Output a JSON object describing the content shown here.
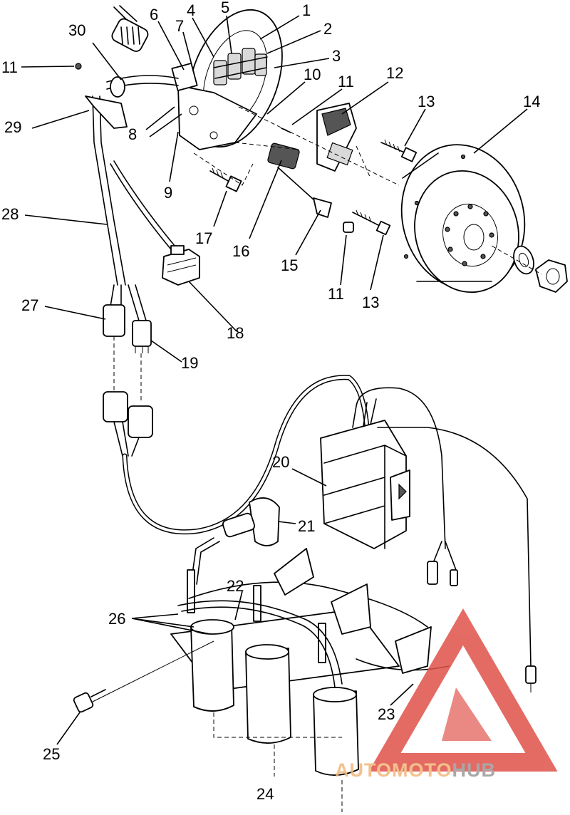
{
  "callouts": [
    {
      "id": "c1",
      "label": "1"
    },
    {
      "id": "c2",
      "label": "2"
    },
    {
      "id": "c3",
      "label": "3"
    },
    {
      "id": "c4",
      "label": "4"
    },
    {
      "id": "c5",
      "label": "5"
    },
    {
      "id": "c6",
      "label": "6"
    },
    {
      "id": "c7",
      "label": "7"
    },
    {
      "id": "c8",
      "label": "8"
    },
    {
      "id": "c9",
      "label": "9"
    },
    {
      "id": "c10",
      "label": "10"
    },
    {
      "id": "c11a",
      "label": "11"
    },
    {
      "id": "c11b",
      "label": "11"
    },
    {
      "id": "c11c",
      "label": "11"
    },
    {
      "id": "c12",
      "label": "12"
    },
    {
      "id": "c13a",
      "label": "13"
    },
    {
      "id": "c13b",
      "label": "13"
    },
    {
      "id": "c14",
      "label": "14"
    },
    {
      "id": "c15",
      "label": "15"
    },
    {
      "id": "c16",
      "label": "16"
    },
    {
      "id": "c17",
      "label": "17"
    },
    {
      "id": "c18",
      "label": "18"
    },
    {
      "id": "c19",
      "label": "19"
    },
    {
      "id": "c20",
      "label": "20"
    },
    {
      "id": "c21",
      "label": "21"
    },
    {
      "id": "c22",
      "label": "22"
    },
    {
      "id": "c23",
      "label": "23"
    },
    {
      "id": "c24",
      "label": "24"
    },
    {
      "id": "c25",
      "label": "25"
    },
    {
      "id": "c26",
      "label": "26"
    },
    {
      "id": "c27",
      "label": "27"
    },
    {
      "id": "c28",
      "label": "28"
    },
    {
      "id": "c29",
      "label": "29"
    },
    {
      "id": "c30",
      "label": "30"
    }
  ],
  "watermark": {
    "text_part1": "AUTOMOTO",
    "text_part2": "HUB",
    "color_light": "#f2b779",
    "color_dark": "#9a9a9a",
    "triangle_color": "#e0524a"
  }
}
